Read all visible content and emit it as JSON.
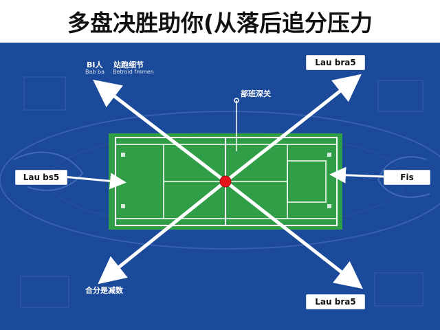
{
  "title": "多盘决胜助你(从落后追分压力",
  "colors": {
    "panel_background": "#1c4a9a",
    "court_green": "#2f9e47",
    "court_line": "#ffffff",
    "arrow": "#ffffff",
    "center_dot": "#e3141c"
  },
  "labels": {
    "top_left_a": "BI人",
    "top_left_a_sub": "Bab ba",
    "top_left_b": "站跑细节",
    "top_left_b_sub": "Betroid fmmen",
    "top_right": "Lau bra5",
    "middle_top": "部班深关",
    "left": "Lau bs5",
    "right": "Fis",
    "bottom_left": "合分是减数",
    "bottom_right": "Lau bra5"
  },
  "icons": [
    "arrow-up-left-icon",
    "arrow-up-right-icon",
    "arrow-down-left-icon",
    "arrow-down-right-icon",
    "arrow-left-icon",
    "arrow-right-icon",
    "center-dot-icon"
  ]
}
